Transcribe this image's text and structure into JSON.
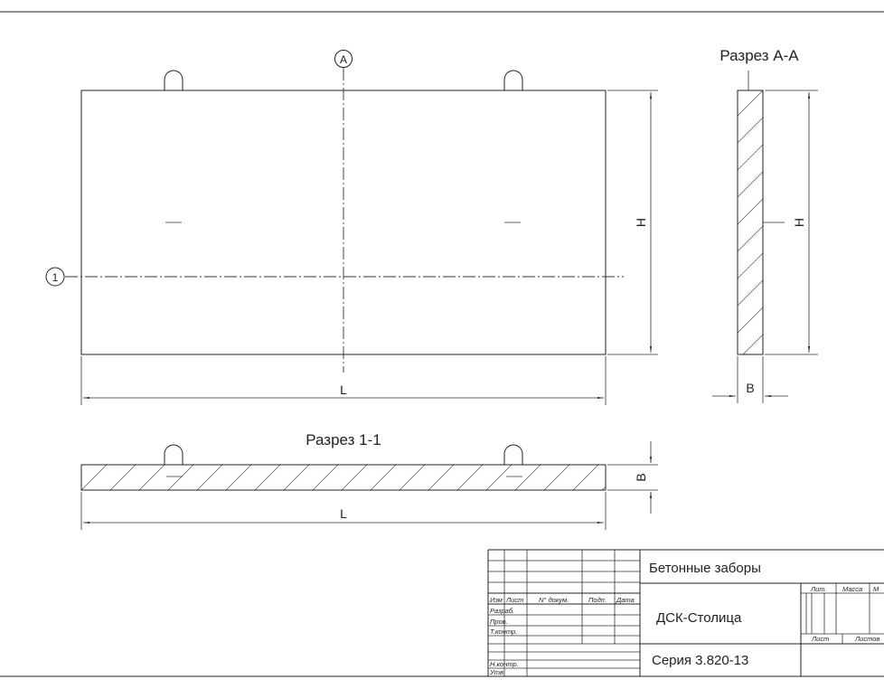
{
  "views": {
    "section_aa_title": "Разрез А-А",
    "section_11_title": "Разрез 1-1",
    "axis_a": "A",
    "axis_1": "1",
    "dim_h_front": "H",
    "dim_h_side": "H",
    "dim_l_front": "L",
    "dim_l_section": "L",
    "dim_b_side": "B",
    "dim_b_section": "B"
  },
  "title_block": {
    "title": "Бетонные заборы",
    "organization": "ДСК-Столица",
    "series": "Серия 3.820-13",
    "col_izm": "Изм",
    "col_list": "Лист",
    "col_docnum": "N° докум.",
    "col_sign": "Подп.",
    "col_date": "Дата",
    "row_razrab": "Разраб.",
    "row_prov": "Пров.",
    "row_tkontr": "Т.контр.",
    "row_nkontr": "Н.контр.",
    "row_utv": "Утв.",
    "hdr_lit": "Лит.",
    "hdr_massa": "Масса",
    "hdr_m": "М",
    "hdr_list": "Лист",
    "hdr_listov": "Листов"
  }
}
